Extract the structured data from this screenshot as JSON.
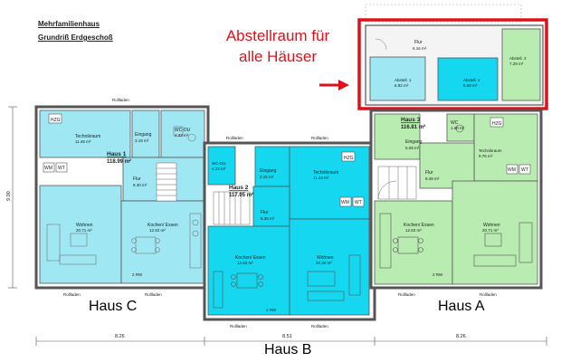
{
  "header": {
    "line1": "Mehrfamilienhaus",
    "line2": "Grundriß Erdgeschoß"
  },
  "callout": {
    "line1": "Abstellraum für",
    "line2": "alle Häuser",
    "highlight_color": "#e0101a"
  },
  "colors": {
    "room_blue": "#9ee7f3",
    "room_cyan": "#15d8f0",
    "room_green": "#b9ecb1",
    "wall": "#555555"
  },
  "storage": {
    "flur": "Flur",
    "flur_area": "6.16 m²",
    "abstell1": "Abstell. 1",
    "abstell1_area": "6.92 m²",
    "abstell2": "Abstell. 2",
    "abstell2_area": "5.59 m²",
    "abstell3": "Abstell. 3",
    "abstell3_area": "7.29 m²"
  },
  "haus_c": {
    "name": "Haus 1",
    "area": "118.99 m²",
    "technik": "Technikraum",
    "technik_area": "11.45 m²",
    "eingang": "Eingang",
    "eingang_area": "3.18 m²",
    "wc": "WC-DU",
    "wc_area": "4.33 m²",
    "flur": "Flur",
    "flur_area": "8.30 m²",
    "wohnen": "Wohnen",
    "wohnen_area": "20.71 m²",
    "kochen": "Kochen/ Essen",
    "kochen_area": "12.83 m²",
    "label": "Haus C"
  },
  "haus_b": {
    "name": "Haus 2",
    "area": "117.05 m²",
    "wc": "WC-DU",
    "wc_area": "4.33 m²",
    "eingang": "Eingang",
    "eingang_area": "3.15 m²",
    "technik": "Technikraum",
    "technik_area": "11.24 m²",
    "flur": "Flur",
    "flur_area": "8.36 m²",
    "kochen": "Kochen/ Essen",
    "kochen_area": "12.83 m²",
    "wohnen": "Wohnen",
    "wohnen_area": "20.35 m²",
    "label": "Haus B"
  },
  "haus_a": {
    "name": "Haus 3",
    "area": "116.81 m²",
    "wc": "WC",
    "wc_area": "1.60 m²",
    "eingang": "Eingang",
    "eingang_area": "5.09 m²",
    "technik": "Technikraum",
    "technik_area": "9.76 m²",
    "flur": "Flur",
    "flur_area": "8.49 m²",
    "kochen": "Kochen/ Essen",
    "kochen_area": "12.83 m²",
    "wohnen": "Wohnen",
    "wohnen_area": "20.71 m²",
    "label": "Haus A"
  },
  "fixtures": {
    "hzg": "HZG",
    "wm": "WM",
    "wt": "WT",
    "rollladen": "Rollladen",
    "rwa": "2 RW"
  },
  "dimensions": {
    "left": "8.26",
    "center": "8.51",
    "right": "8.26",
    "height": "9.00"
  }
}
